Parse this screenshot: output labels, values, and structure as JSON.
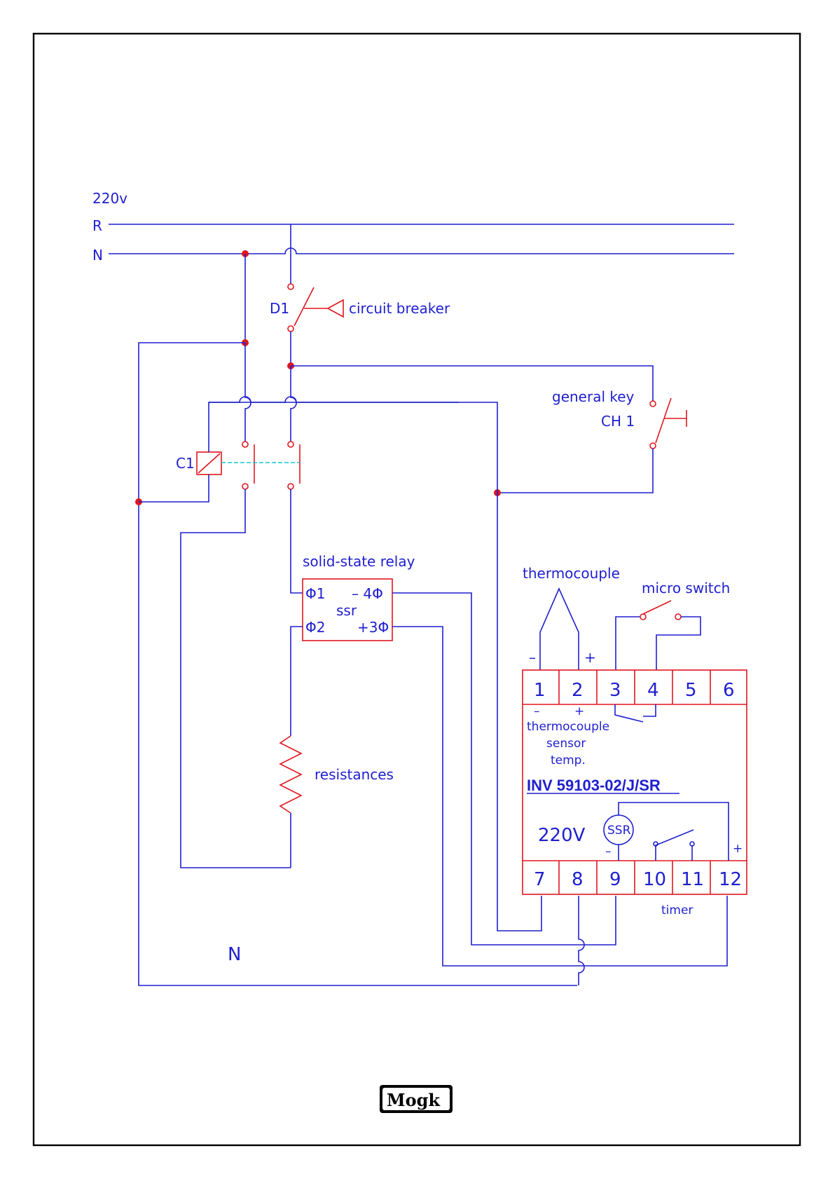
{
  "labels": {
    "supply": "220v",
    "line_r": "R",
    "line_n": "N",
    "d1": "D1",
    "circuit_breaker": "circuit breaker",
    "general_key": "general key",
    "ch1": "CH 1",
    "c1": "C1",
    "solid_state_relay": "solid-state relay",
    "ssr_pin1": "Φ1",
    "ssr_pin2": "Φ2",
    "ssr_pin4": "– 4Φ",
    "ssr_pin3": "+3Φ",
    "ssr": "ssr",
    "thermocouple": "thermocouple",
    "micro_switch": "micro switch",
    "resistances": "resistances",
    "tc_minus": "–",
    "tc_plus": "+",
    "tc_sensor_1": "thermocouple",
    "tc_sensor_2": "sensor",
    "tc_sensor_3": "temp.",
    "model": "INV 59103-02/J/SR",
    "controller_voltage": "220V",
    "ssr_symbol": "SSR",
    "ssr_minus": "–",
    "out_plus": "+",
    "timer": "timer",
    "neutral_bottom": "N",
    "logo": "Mogk"
  },
  "terminals_top": [
    "1",
    "2",
    "3",
    "4",
    "5",
    "6"
  ],
  "terminals_bottom": [
    "7",
    "8",
    "9",
    "10",
    "11",
    "12"
  ],
  "colors": {
    "wire": "#1f1fd0",
    "component": "#e0161e",
    "link": "#12c6d6",
    "frame": "#000000"
  }
}
